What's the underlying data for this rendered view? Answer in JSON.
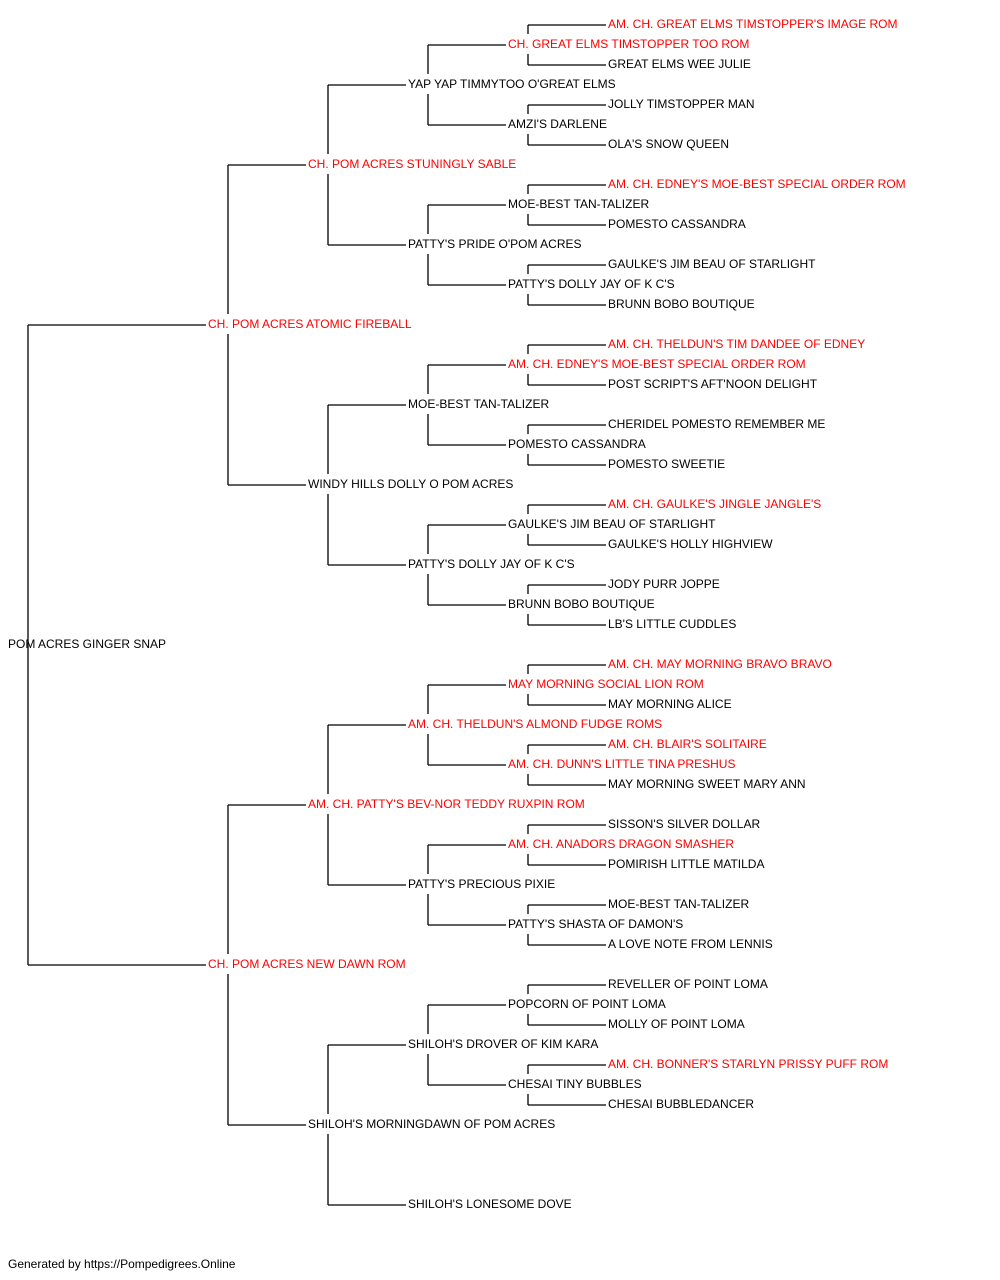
{
  "colors": {
    "champion": "#ff0000",
    "normal": "#000000",
    "line": "#000000"
  },
  "tree": {
    "name": "POM ACRES GINGER SNAP",
    "champion": false,
    "sire": {
      "name": "CH. POM ACRES ATOMIC FIREBALL",
      "champion": true,
      "sire": {
        "name": "CH. POM ACRES STUNINGLY SABLE",
        "champion": true,
        "sire": {
          "name": "YAP YAP TIMMYTOO O'GREAT ELMS",
          "champion": false,
          "sire": {
            "name": "CH. GREAT ELMS TIMSTOPPER TOO ROM",
            "champion": true,
            "sire": {
              "name": "AM. CH. GREAT ELMS TIMSTOPPER'S IMAGE ROM",
              "champion": true
            },
            "dam": {
              "name": "GREAT ELMS WEE JULIE",
              "champion": false
            }
          },
          "dam": {
            "name": "AMZI'S DARLENE",
            "champion": false,
            "sire": {
              "name": "JOLLY TIMSTOPPER MAN",
              "champion": false
            },
            "dam": {
              "name": "OLA'S SNOW QUEEN",
              "champion": false
            }
          }
        },
        "dam": {
          "name": "PATTY'S PRIDE O'POM ACRES",
          "champion": false,
          "sire": {
            "name": "MOE-BEST TAN-TALIZER",
            "champion": false,
            "sire": {
              "name": "AM. CH. EDNEY'S MOE-BEST SPECIAL ORDER ROM",
              "champion": true
            },
            "dam": {
              "name": "POMESTO CASSANDRA",
              "champion": false
            }
          },
          "dam": {
            "name": "PATTY'S DOLLY JAY OF K C'S",
            "champion": false,
            "sire": {
              "name": "GAULKE'S JIM BEAU OF STARLIGHT",
              "champion": false
            },
            "dam": {
              "name": "BRUNN BOBO BOUTIQUE",
              "champion": false
            }
          }
        }
      },
      "dam": {
        "name": "WINDY HILLS DOLLY O POM ACRES",
        "champion": false,
        "sire": {
          "name": "MOE-BEST TAN-TALIZER",
          "champion": false,
          "sire": {
            "name": "AM. CH. EDNEY'S MOE-BEST SPECIAL ORDER ROM",
            "champion": true,
            "sire": {
              "name": "AM. CH. THELDUN'S TIM DANDEE OF EDNEY",
              "champion": true
            },
            "dam": {
              "name": "POST SCRIPT'S AFT'NOON DELIGHT",
              "champion": false
            }
          },
          "dam": {
            "name": "POMESTO CASSANDRA",
            "champion": false,
            "sire": {
              "name": "CHERIDEL POMESTO REMEMBER ME",
              "champion": false
            },
            "dam": {
              "name": "POMESTO SWEETIE",
              "champion": false
            }
          }
        },
        "dam": {
          "name": "PATTY'S DOLLY JAY OF K C'S",
          "champion": false,
          "sire": {
            "name": "GAULKE'S JIM BEAU OF STARLIGHT",
            "champion": false,
            "sire": {
              "name": "AM. CH. GAULKE'S JINGLE JANGLE'S",
              "champion": true
            },
            "dam": {
              "name": "GAULKE'S HOLLY HIGHVIEW",
              "champion": false
            }
          },
          "dam": {
            "name": "BRUNN BOBO BOUTIQUE",
            "champion": false,
            "sire": {
              "name": "JODY PURR JOPPE",
              "champion": false
            },
            "dam": {
              "name": "LB'S LITTLE CUDDLES",
              "champion": false
            }
          }
        }
      }
    },
    "dam": {
      "name": "CH. POM ACRES NEW DAWN ROM",
      "champion": true,
      "sire": {
        "name": "AM. CH. PATTY'S BEV-NOR TEDDY RUXPIN ROM",
        "champion": true,
        "sire": {
          "name": "AM. CH. THELDUN'S ALMOND FUDGE ROMS",
          "champion": true,
          "sire": {
            "name": "MAY MORNING SOCIAL LION ROM",
            "champion": true,
            "sire": {
              "name": "AM. CH. MAY MORNING BRAVO BRAVO",
              "champion": true
            },
            "dam": {
              "name": "MAY MORNING ALICE",
              "champion": false
            }
          },
          "dam": {
            "name": "AM. CH. DUNN'S LITTLE TINA PRESHUS",
            "champion": true,
            "sire": {
              "name": "AM. CH. BLAIR'S SOLITAIRE",
              "champion": true
            },
            "dam": {
              "name": "MAY MORNING SWEET MARY ANN",
              "champion": false
            }
          }
        },
        "dam": {
          "name": "PATTY'S PRECIOUS PIXIE",
          "champion": false,
          "sire": {
            "name": "AM. CH. ANADORS DRAGON SMASHER",
            "champion": true,
            "sire": {
              "name": "SISSON'S SILVER DOLLAR",
              "champion": false
            },
            "dam": {
              "name": "POMIRISH LITTLE MATILDA",
              "champion": false
            }
          },
          "dam": {
            "name": "PATTY'S SHASTA OF DAMON'S",
            "champion": false,
            "sire": {
              "name": "MOE-BEST TAN-TALIZER",
              "champion": false
            },
            "dam": {
              "name": "A LOVE NOTE FROM LENNIS",
              "champion": false
            }
          }
        }
      },
      "dam": {
        "name": "SHILOH'S MORNINGDAWN OF POM ACRES",
        "champion": false,
        "sire": {
          "name": "SHILOH'S DROVER OF KIM KARA",
          "champion": false,
          "sire": {
            "name": "POPCORN OF POINT LOMA",
            "champion": false,
            "sire": {
              "name": "REVELLER OF POINT LOMA",
              "champion": false
            },
            "dam": {
              "name": "MOLLY OF POINT LOMA",
              "champion": false
            }
          },
          "dam": {
            "name": "CHESAI TINY BUBBLES",
            "champion": false,
            "sire": {
              "name": "AM. CH. BONNER'S STARLYN PRISSY PUFF ROM",
              "champion": true
            },
            "dam": {
              "name": "CHESAI BUBBLEDANCER",
              "champion": false
            }
          }
        },
        "dam": {
          "name": "SHILOH'S LONESOME DOVE",
          "champion": false
        }
      }
    }
  },
  "footer": "Generated by https://Pompedigrees.Online"
}
